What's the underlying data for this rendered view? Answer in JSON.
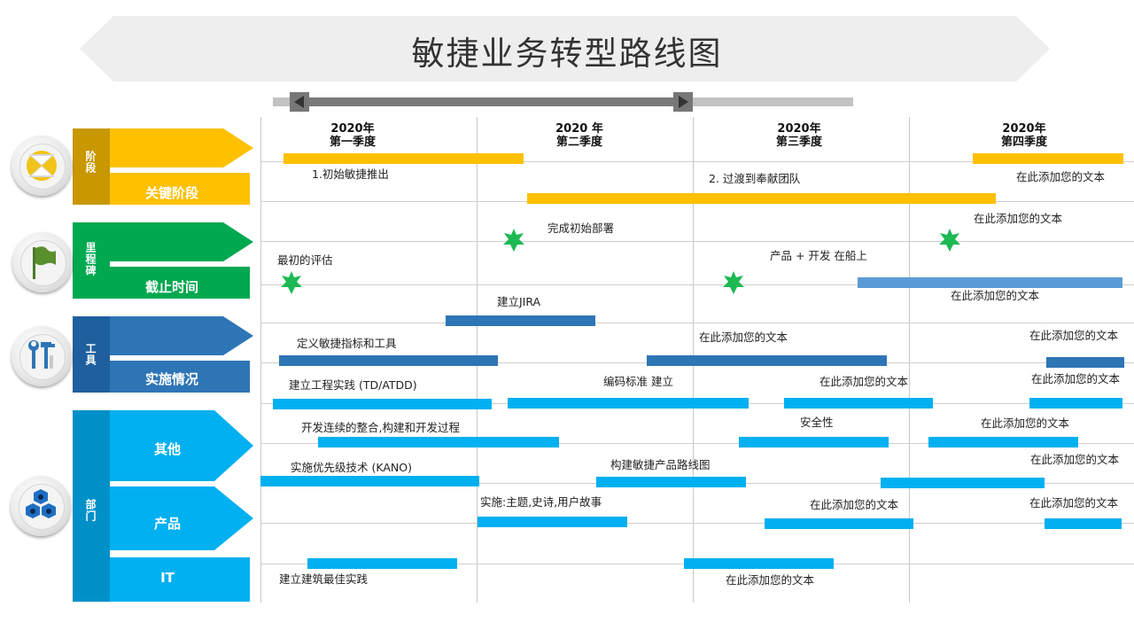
{
  "title": "敏捷业务转型路线图",
  "colors": {
    "yellow": "#FFC000",
    "green": "#00A84F",
    "blue_mid": "#2E75B6",
    "blue_light": "#5B9BD5",
    "cyan": "#00B0F0",
    "star": "#1DB954"
  },
  "quarters": [
    {
      "year": "2020年",
      "name": "第一季度"
    },
    {
      "year": "2020 年",
      "name": "第二季度"
    },
    {
      "year": "2020年",
      "name": "第三季度"
    },
    {
      "year": "2020年",
      "name": "第四季度"
    }
  ],
  "categories": {
    "stage": {
      "tag": "阶段",
      "label": "关键阶段",
      "icon": "hourglass-icon"
    },
    "milestone": {
      "tag": "里程碑",
      "label": "截止时间",
      "icon": "flag-icon"
    },
    "tools": {
      "tag": "工具",
      "label": "实施情况",
      "icon": "tools-icon"
    },
    "dept": {
      "tag": "部门",
      "labels": [
        "其他",
        "产品",
        "IT"
      ],
      "icon": "cells-icon"
    }
  },
  "labels": {
    "l1": "1.初始敏捷推出",
    "l2": "2. 过渡到奉献团队",
    "l3": "在此添加您的文本",
    "l4": "在此添加您的文本",
    "l5": "完成初始部署",
    "l6": "最初的评估",
    "l7": "产品 + 开发 在船上",
    "l8": "在此添加您的文本",
    "l9": "建立JIRA",
    "l10": "定义敏捷指标和工具",
    "l11": "在此添加您的文本",
    "l12": "在此添加您的文本",
    "l13": "建立工程实践 (TD/ATDD)",
    "l14": "编码标准 建立",
    "l15": "在此添加您的文本",
    "l16": "在此添加您的文本",
    "l17": "开发连续的整合,构建和开发过程",
    "l18": "安全性",
    "l19": "在此添加您的文本",
    "l20": "实施优先级技术 (KANO)",
    "l21": "构建敏捷产品路线图",
    "l22": "在此添加您的文本",
    "l23": "实施:主题,史诗,用户故事",
    "l24": "在此添加您的文本",
    "l25": "在此添加您的文本",
    "l26": "建立建筑最佳实践",
    "l27": "在此添加您的文本"
  }
}
